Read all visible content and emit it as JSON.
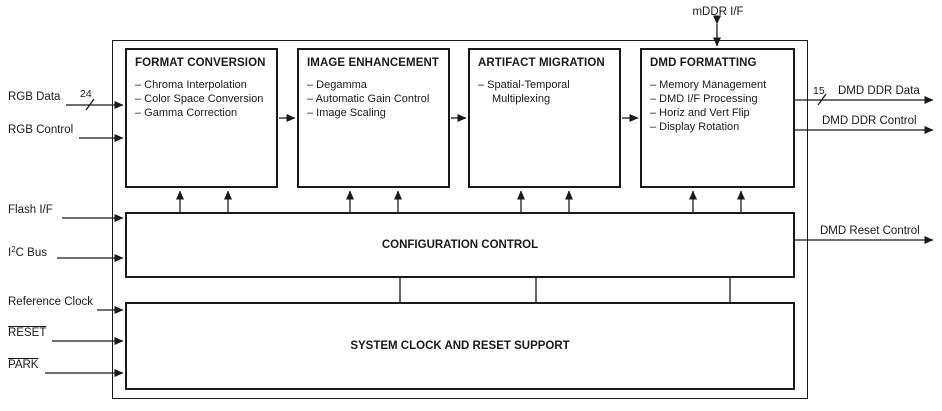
{
  "diagram": {
    "top_signal": {
      "label": "mDDR I/F"
    },
    "left_signals": {
      "rgb_data": {
        "label": "RGB Data",
        "bus_width": "24"
      },
      "rgb_control": {
        "label": "RGB Control"
      },
      "flash_if": {
        "label": "Flash I/F"
      },
      "i2c_bus": {
        "prefix": "I",
        "sup": "2",
        "suffix": "C Bus"
      },
      "reference_clock": {
        "label": "Reference Clock"
      },
      "reset": {
        "label": "RESET"
      },
      "park": {
        "label": "PARK"
      }
    },
    "right_signals": {
      "dmd_ddr_data": {
        "label": "DMD DDR Data",
        "bus_width": "15"
      },
      "dmd_ddr_control": {
        "label": "DMD DDR Control"
      },
      "dmd_reset_control": {
        "label": "DMD Reset Control"
      }
    },
    "blocks": {
      "format_conversion": {
        "title": "FORMAT CONVERSION",
        "items": [
          "– Chroma Interpolation",
          "– Color Space Conversion",
          "– Gamma Correction"
        ]
      },
      "image_enhancement": {
        "title": "IMAGE ENHANCEMENT",
        "items": [
          "– Degamma",
          "– Automatic Gain Control",
          "– Image Scaling"
        ]
      },
      "artifact_migration": {
        "title": "ARTIFACT MIGRATION",
        "items": [
          "– Spatial-Temporal Multiplexing"
        ]
      },
      "dmd_formatting": {
        "title": "DMD FORMATTING",
        "items": [
          "– Memory Management",
          "– DMD I/F Processing",
          "– Horiz and Vert Flip",
          "– Display Rotation"
        ]
      },
      "configuration_control": {
        "title": "CONFIGURATION CONTROL"
      },
      "system_clock": {
        "title": "SYSTEM CLOCK AND RESET SUPPORT"
      }
    },
    "colors": {
      "line": "#1a1a1a",
      "background": "#ffffff",
      "text": "#1a1a1a"
    }
  }
}
